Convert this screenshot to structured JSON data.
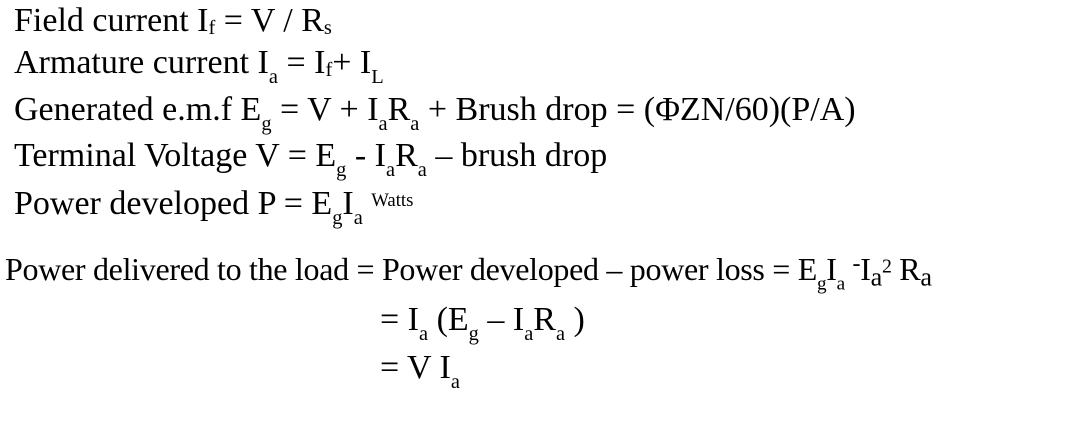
{
  "page": {
    "background_color": "#ffffff",
    "text_color": "#000000"
  },
  "content": {
    "lines": [
      {
        "name": "formula-field-current",
        "segments": [
          {
            "t": "Field current I",
            "s": "n"
          },
          {
            "t": "f",
            "s": "sub"
          },
          {
            "t": " = V / R",
            "s": "n"
          },
          {
            "t": "s",
            "s": "sub"
          }
        ]
      },
      {
        "name": "formula-armature-current",
        "segments": [
          {
            "t": "Armature current I",
            "s": "n"
          },
          {
            "t": "a",
            "s": "subl"
          },
          {
            "t": " = I",
            "s": "n"
          },
          {
            "t": "f",
            "s": "sub"
          },
          {
            "t": "+ I",
            "s": "n"
          },
          {
            "t": "L",
            "s": "subl"
          }
        ]
      },
      {
        "name": "formula-generated-emf",
        "segments": [
          {
            "t": "Generated e.m.f  E",
            "s": "n"
          },
          {
            "t": "g",
            "s": "subl"
          },
          {
            "t": " = V + I",
            "s": "n"
          },
          {
            "t": "a",
            "s": "subl"
          },
          {
            "t": "R",
            "s": "n"
          },
          {
            "t": "a",
            "s": "subl"
          },
          {
            "t": " + Brush drop = (ΦZN/60)(P/A)",
            "s": "n"
          }
        ]
      },
      {
        "name": "formula-terminal-voltage",
        "segments": [
          {
            "t": "Terminal Voltage V = E",
            "s": "n"
          },
          {
            "t": "g",
            "s": "subl"
          },
          {
            "t": " - I",
            "s": "n"
          },
          {
            "t": "a",
            "s": "subl"
          },
          {
            "t": "R",
            "s": "n"
          },
          {
            "t": "a",
            "s": "subl"
          },
          {
            "t": " – brush drop",
            "s": "n"
          }
        ]
      },
      {
        "name": "formula-power-developed",
        "segments": [
          {
            "t": "Power developed P = E",
            "s": "n"
          },
          {
            "t": "g",
            "s": "subl"
          },
          {
            "t": "I",
            "s": "n"
          },
          {
            "t": "a",
            "s": "subl"
          },
          {
            "t": " ",
            "s": "n"
          },
          {
            "t": "Watts",
            "s": "supsm"
          }
        ]
      },
      {
        "name": "formula-power-delivered",
        "segments": [
          {
            "t": "Power delivered to the load = Power developed – power loss = E",
            "s": "n"
          },
          {
            "t": "g",
            "s": "subl"
          },
          {
            "t": "I",
            "s": "n"
          },
          {
            "t": "a",
            "s": "subl"
          },
          {
            "t": " ",
            "s": "n"
          },
          {
            "t": "-",
            "s": "supminus"
          },
          {
            "t": "I",
            "s": "n"
          },
          {
            "t": "a",
            "s": "subbig"
          },
          {
            "t": "2",
            "s": "sup2"
          },
          {
            "t": " R",
            "s": "n"
          },
          {
            "t": "a",
            "s": "subbig"
          }
        ]
      },
      {
        "name": "formula-power-delivered-step2",
        "segments": [
          {
            "t": "= I",
            "s": "n"
          },
          {
            "t": "a",
            "s": "subl"
          },
          {
            "t": " (E",
            "s": "n"
          },
          {
            "t": "g",
            "s": "subl"
          },
          {
            "t": " – I",
            "s": "n"
          },
          {
            "t": "a",
            "s": "subl"
          },
          {
            "t": "R",
            "s": "n"
          },
          {
            "t": "a",
            "s": "subl"
          },
          {
            "t": " )",
            "s": "n"
          }
        ]
      },
      {
        "name": "formula-power-delivered-step3",
        "segments": [
          {
            "t": "= V I",
            "s": "n"
          },
          {
            "t": "a",
            "s": "subl"
          }
        ]
      }
    ]
  }
}
